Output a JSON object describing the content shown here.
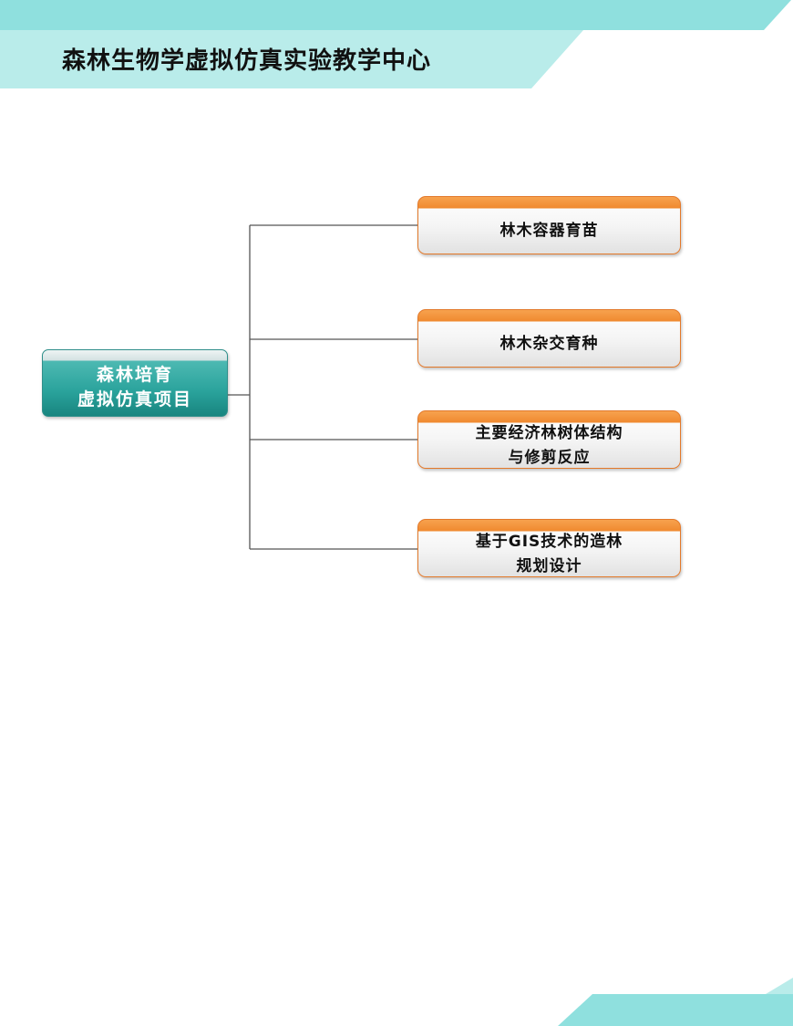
{
  "header": {
    "title": "森林生物学虚拟仿真实验教学中心"
  },
  "diagram": {
    "root": {
      "label": "森林培育\n虚拟仿真项目"
    },
    "children": [
      {
        "label": "林木容器育苗"
      },
      {
        "label": "林木杂交育种"
      },
      {
        "label": "主要经济林树体结构\n与修剪反应"
      },
      {
        "label": "基于GIS技术的造林\n规划设计"
      }
    ]
  },
  "colors": {
    "header_band": "#7fd9d8",
    "root_fill": "#2aa39c",
    "child_accent": "#f08a30",
    "connector": "#555555"
  }
}
